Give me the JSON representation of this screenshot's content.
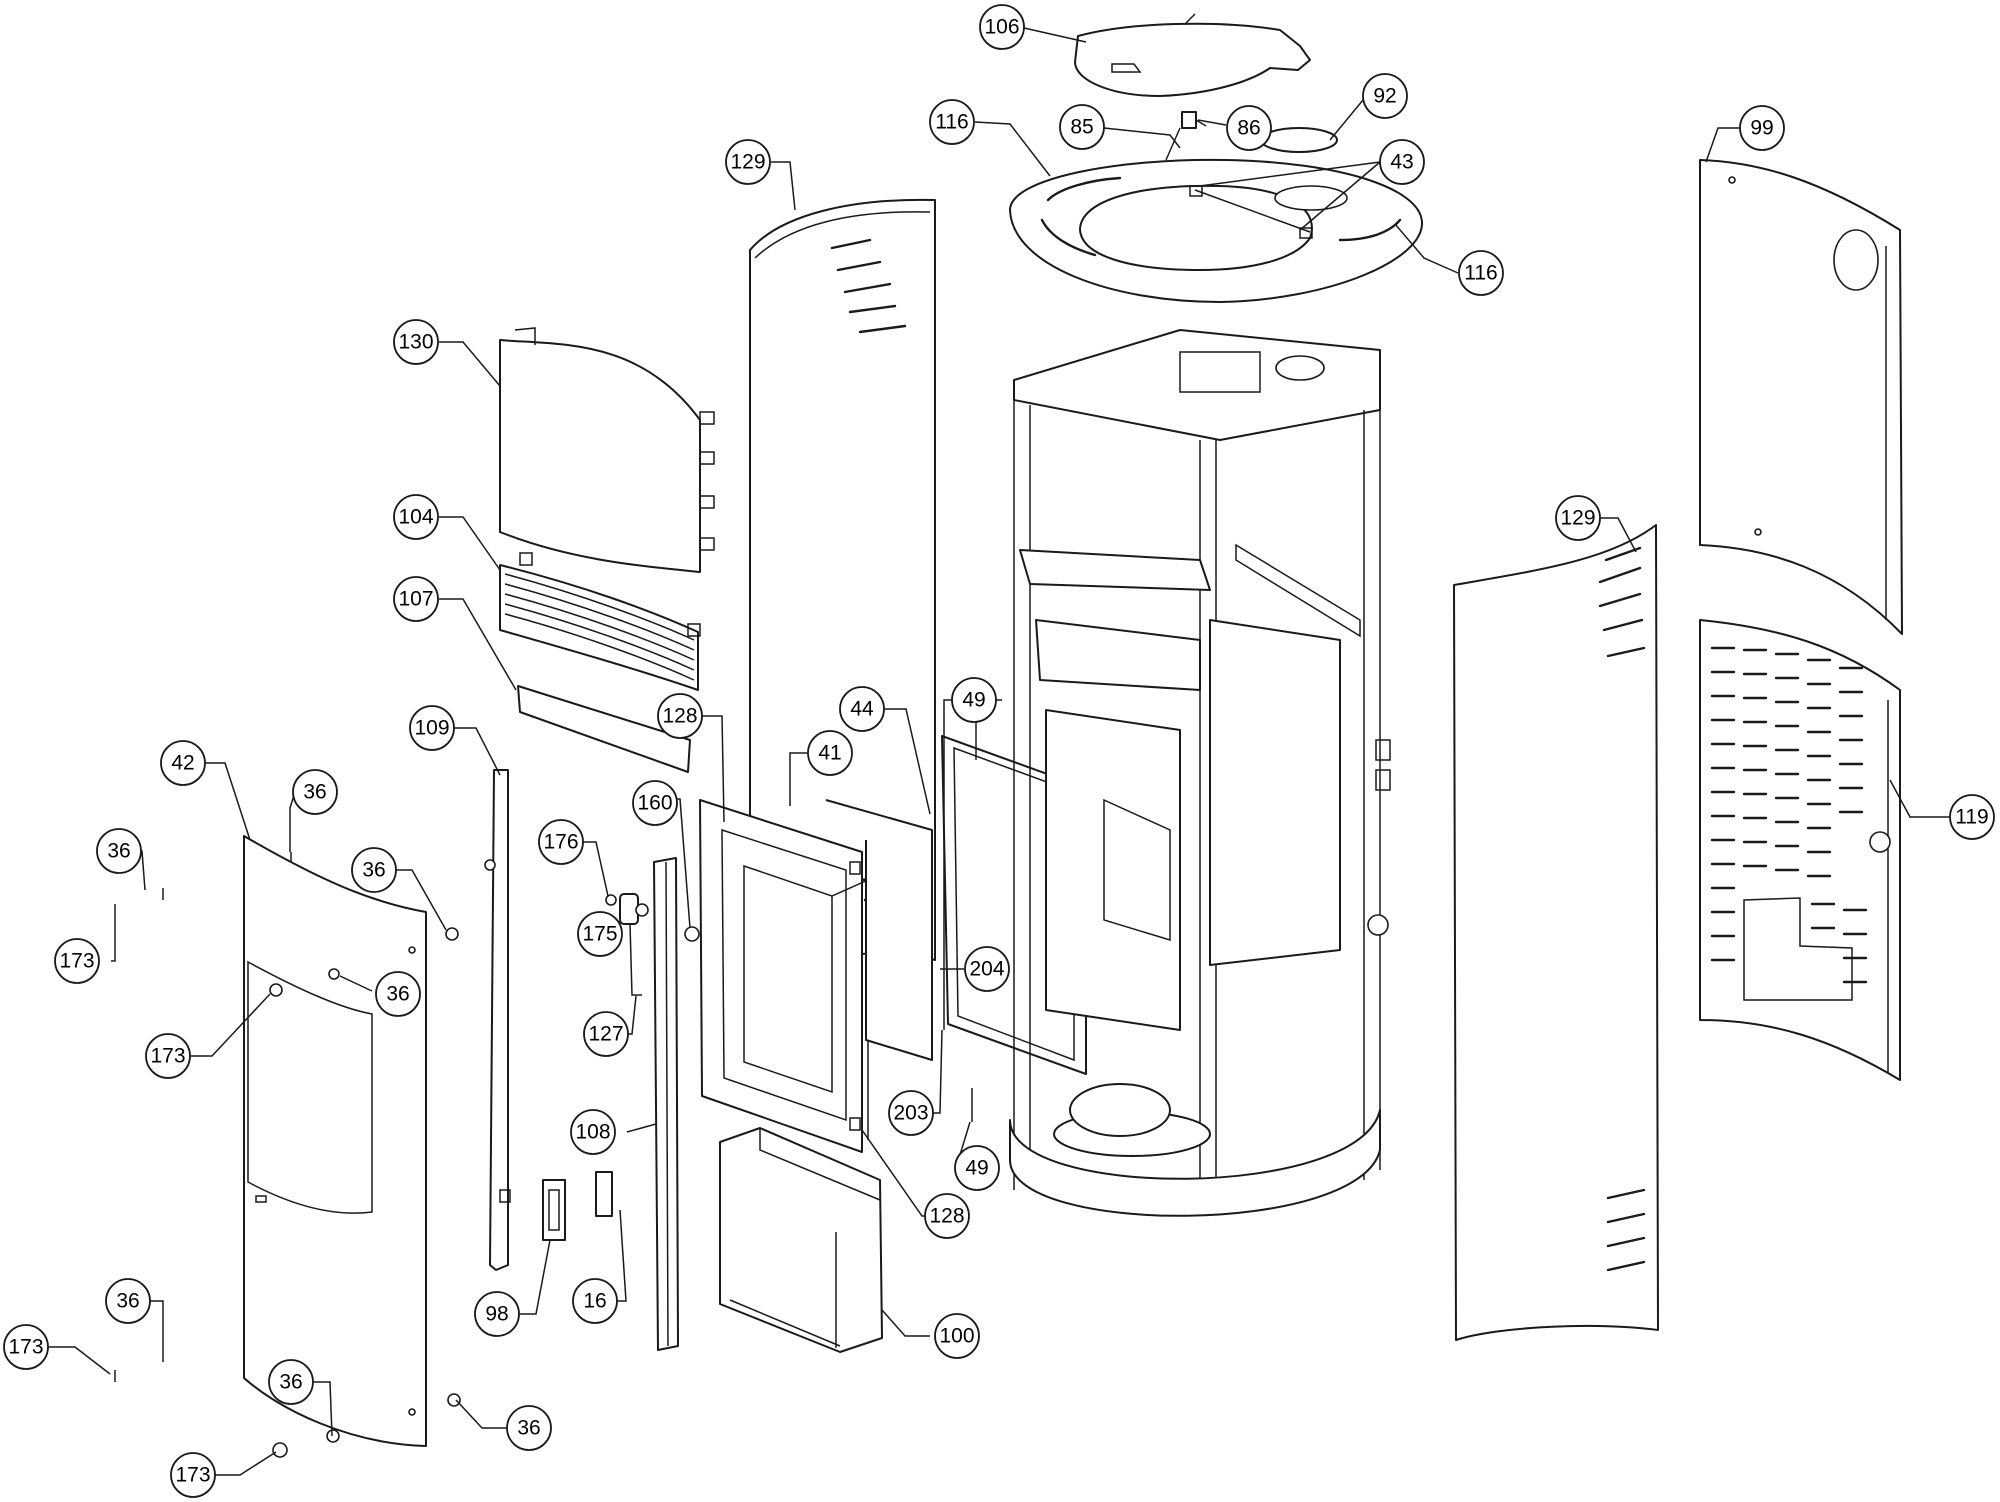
{
  "diagram": {
    "callouts": [
      {
        "id": "c106",
        "label": "106"
      },
      {
        "id": "c85",
        "label": "85"
      },
      {
        "id": "c86",
        "label": "86"
      },
      {
        "id": "c92",
        "label": "92"
      },
      {
        "id": "c116a",
        "label": "116"
      },
      {
        "id": "c43",
        "label": "43"
      },
      {
        "id": "c116b",
        "label": "116"
      },
      {
        "id": "c99",
        "label": "99"
      },
      {
        "id": "c129a",
        "label": "129"
      },
      {
        "id": "c130",
        "label": "130"
      },
      {
        "id": "c104",
        "label": "104"
      },
      {
        "id": "c107",
        "label": "107"
      },
      {
        "id": "c129b",
        "label": "129"
      },
      {
        "id": "c119",
        "label": "119"
      },
      {
        "id": "c128a",
        "label": "128"
      },
      {
        "id": "c44",
        "label": "44"
      },
      {
        "id": "c49a",
        "label": "49"
      },
      {
        "id": "c109",
        "label": "109"
      },
      {
        "id": "c41",
        "label": "41"
      },
      {
        "id": "c42",
        "label": "42"
      },
      {
        "id": "c36a",
        "label": "36"
      },
      {
        "id": "c160",
        "label": "160"
      },
      {
        "id": "c36b",
        "label": "36"
      },
      {
        "id": "c176",
        "label": "176"
      },
      {
        "id": "c36c",
        "label": "36"
      },
      {
        "id": "c175",
        "label": "175"
      },
      {
        "id": "c173a",
        "label": "173"
      },
      {
        "id": "c204",
        "label": "204"
      },
      {
        "id": "c36d",
        "label": "36"
      },
      {
        "id": "c127",
        "label": "127"
      },
      {
        "id": "c173b",
        "label": "173"
      },
      {
        "id": "c203",
        "label": "203"
      },
      {
        "id": "c108",
        "label": "108"
      },
      {
        "id": "c49b",
        "label": "49"
      },
      {
        "id": "c128b",
        "label": "128"
      },
      {
        "id": "c98",
        "label": "98"
      },
      {
        "id": "c16",
        "label": "16"
      },
      {
        "id": "c36e",
        "label": "36"
      },
      {
        "id": "c100",
        "label": "100"
      },
      {
        "id": "c173c",
        "label": "173"
      },
      {
        "id": "c36f",
        "label": "36"
      },
      {
        "id": "c36g",
        "label": "36"
      },
      {
        "id": "c173d",
        "label": "173"
      }
    ]
  }
}
